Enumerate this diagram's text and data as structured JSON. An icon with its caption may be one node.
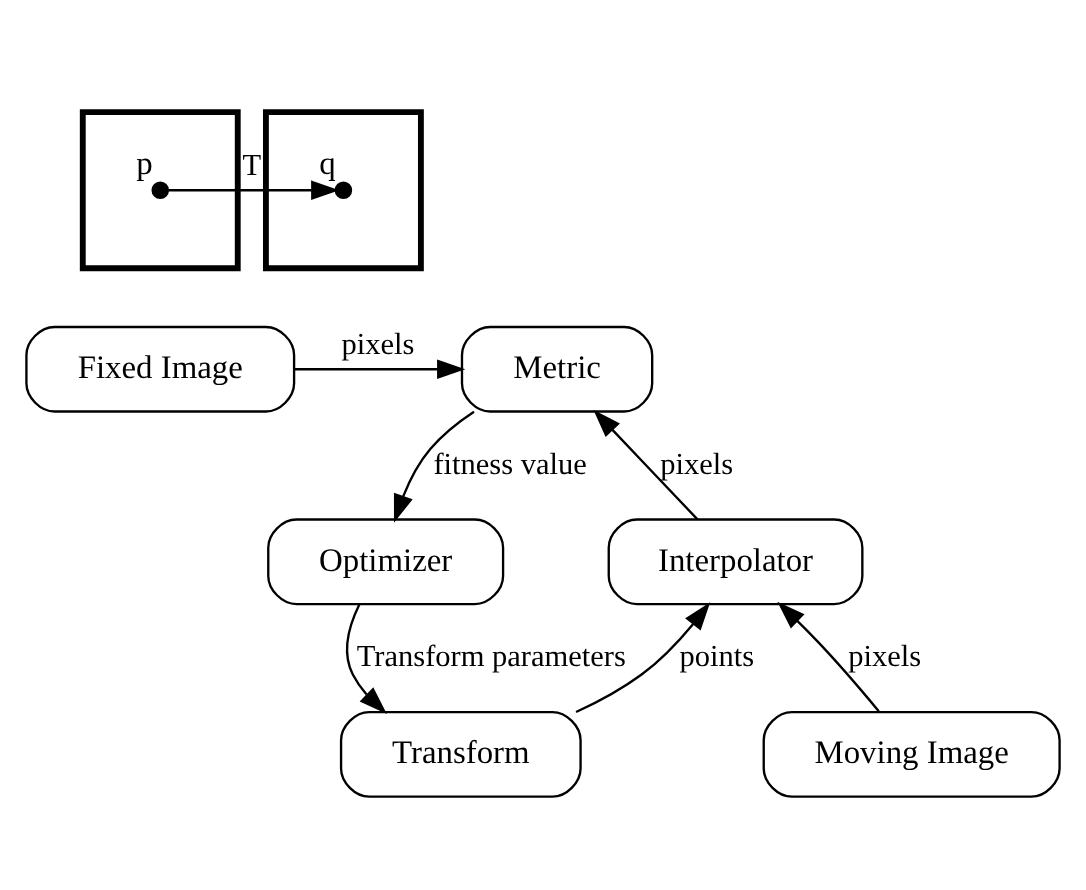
{
  "diagram": {
    "nodes": [
      {
        "text": [],
        "shape": "box"
      },
      {
        "text": [],
        "shape": "circle",
        "beside": [
          "p"
        ],
        "in": 0
      },
      {
        "text": [],
        "shape": "box"
      },
      {
        "text": [],
        "shape": "circle",
        "beside": [
          "q"
        ],
        "in": 2
      },
      {
        "text": [
          "Fixed Image"
        ]
      },
      {
        "text": [
          "Metric"
        ]
      },
      {
        "text": [
          "Optimizer"
        ]
      },
      {
        "text": [
          "Interpolator"
        ]
      },
      {
        "text": [
          "Moving Image"
        ]
      },
      {
        "text": [
          "Transform"
        ]
      }
    ],
    "edges": [
      {
        "from": 1,
        "to": 3,
        "arrow": "to",
        "label": "T"
      },
      {
        "from": 4,
        "to": 5,
        "arrow": "to",
        "label": "pixels"
      },
      {
        "from": 5,
        "to": 6,
        "arrow": "to",
        "label": "fitness value"
      },
      {
        "from": 6,
        "to": 9,
        "arrow": "to",
        "label": "Transform parameters"
      },
      {
        "from": 9,
        "to": 7,
        "arrow": "to",
        "label": "points"
      },
      {
        "from": 8,
        "to": 7,
        "arrow": "to",
        "label": "pixels"
      },
      {
        "from": 7,
        "to": 5,
        "arrow": "to",
        "label": "pixels"
      }
    ]
  }
}
